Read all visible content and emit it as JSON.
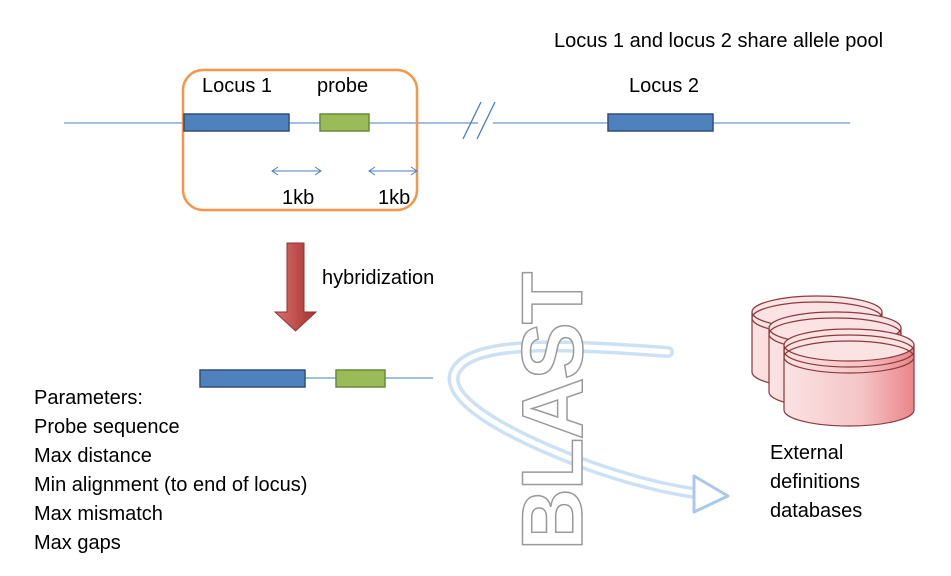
{
  "header": {
    "note": "Locus 1 and locus 2 share allele pool"
  },
  "diagram": {
    "locus1_label": "Locus 1",
    "probe_label": "probe",
    "locus2_label": "Locus 2",
    "distance1_label": "1kb",
    "distance2_label": "1kb",
    "arrow_label": "hybridization",
    "blast_label": "BLAST",
    "db_label_lines": [
      "External",
      "definitions",
      "databases"
    ]
  },
  "parameters": {
    "title": "Parameters:",
    "items": [
      "Probe sequence",
      "Max distance",
      "Min alignment (to end of locus)",
      "Max mismatch",
      "Max gaps"
    ]
  },
  "colors": {
    "locus_fill": "#4f81bd",
    "locus_stroke": "#2e4f7a",
    "probe_fill": "#9bbb59",
    "probe_stroke": "#6b8a3a",
    "frame": "#f79646",
    "line": "#4a7ebb",
    "arrow_fill": "#c0504d",
    "db_fill": "#f2b9bb"
  }
}
